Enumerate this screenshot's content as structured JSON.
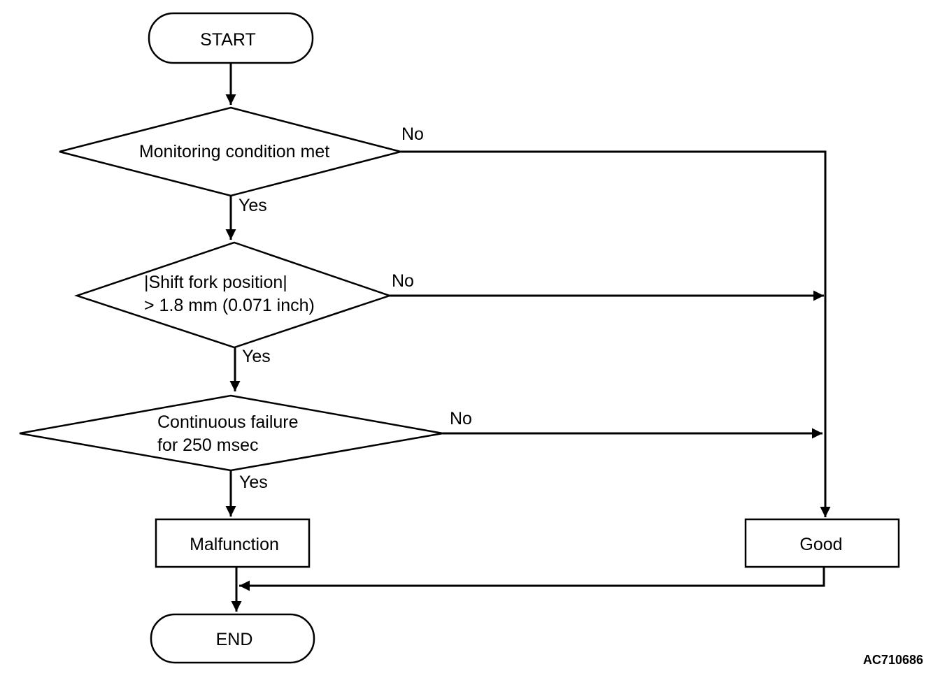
{
  "nodes": {
    "start": "START",
    "decision1": "Monitoring condition met",
    "decision2_line1": "|Shift fork position|",
    "decision2_line2": "> 1.8 mm (0.071 inch)",
    "decision3_line1": "Continuous failure",
    "decision3_line2": "for 250 msec",
    "malfunction": "Malfunction",
    "good": "Good",
    "end": "END"
  },
  "edges": {
    "d1_no": "No",
    "d1_yes": "Yes",
    "d2_no": "No",
    "d2_yes": "Yes",
    "d3_no": "No",
    "d3_yes": "Yes"
  },
  "figure_code": "AC710686"
}
